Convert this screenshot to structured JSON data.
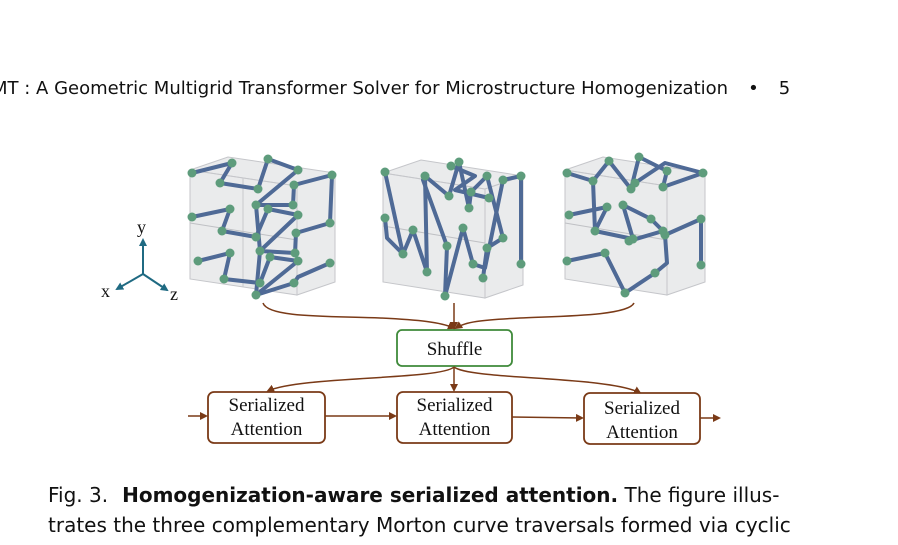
{
  "header": {
    "title": "MT : A Geometric Multigrid Transformer Solver for Microstructure Homogenization",
    "separator": "•",
    "page_number": "5"
  },
  "figure": {
    "axes": {
      "y": "y",
      "x": "x",
      "z": "z"
    },
    "shuffle_label": "Shuffle",
    "attention_blocks": [
      {
        "line1": "Serialized",
        "line2": "Attention"
      },
      {
        "line1": "Serialized",
        "line2": "Attention"
      },
      {
        "line1": "Serialized",
        "line2": "Attention"
      }
    ],
    "colors": {
      "arrow": "#7a3a17",
      "shuffle_border": "#3f8a3a",
      "attention_border": "#7a3a17",
      "curve": "#4f6a96",
      "node": "#5e9c7c",
      "axis": "#1f6a82"
    }
  },
  "caption": {
    "label": "Fig. 3.",
    "title": "Homogenization-aware serialized attention.",
    "text_line1": "The figure illus-",
    "text_line2": "trates the three complementary Morton curve traversals formed via cyclic"
  }
}
